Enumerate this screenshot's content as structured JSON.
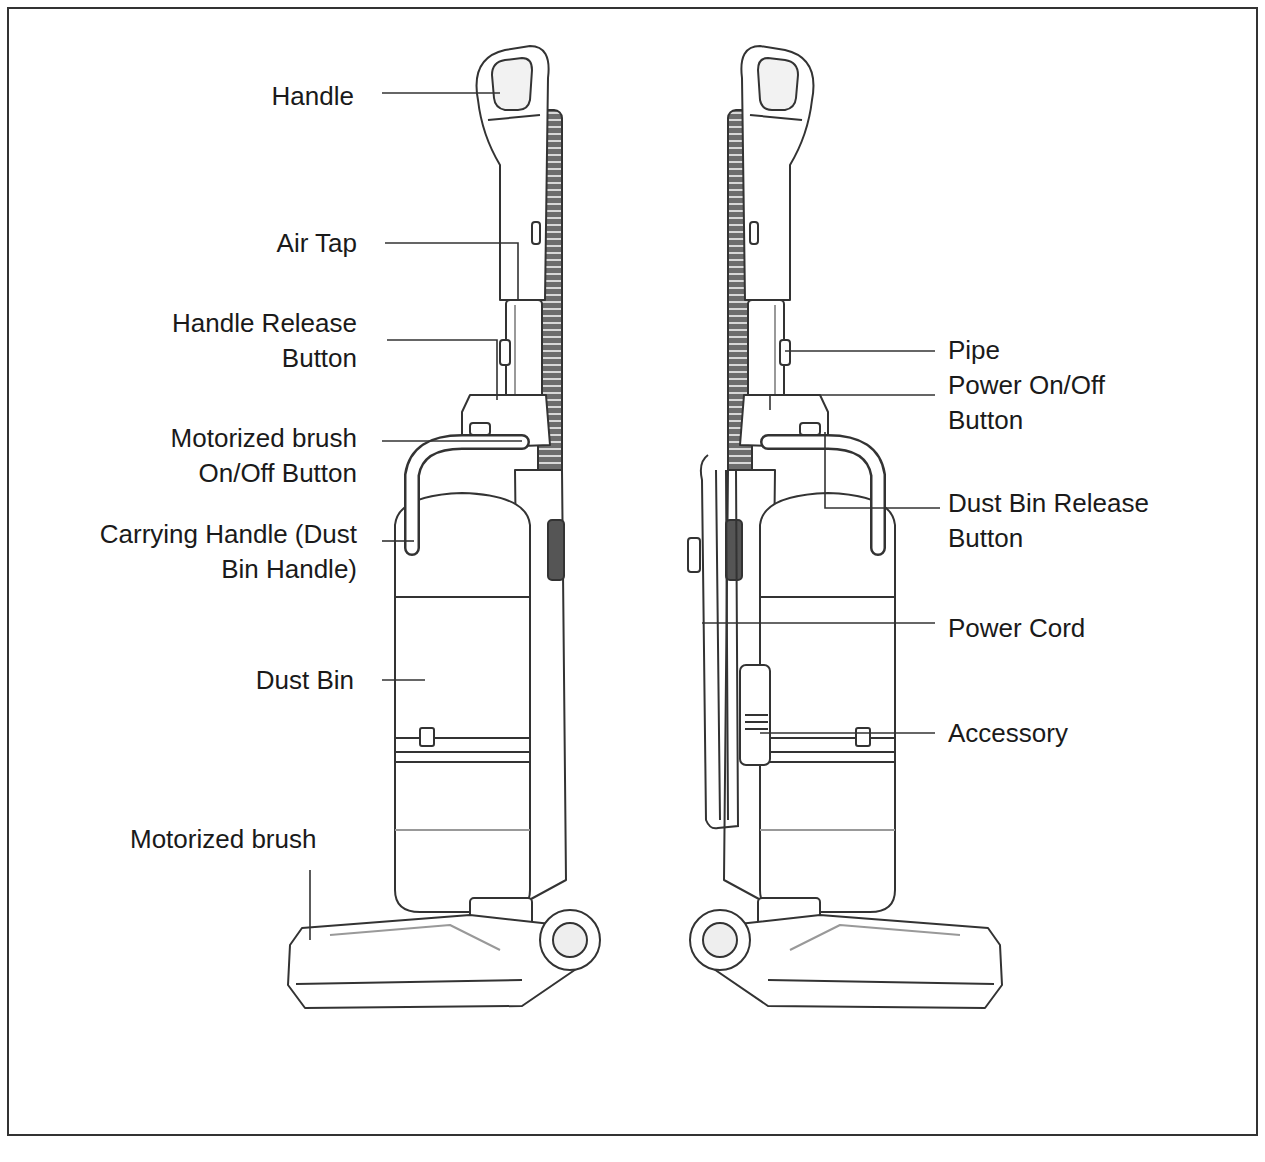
{
  "diagram": {
    "labels": [
      "Handle",
      "Air Tap",
      "Handle Release Button",
      "Motorized brush On/Off Button",
      "Carrying Handle (Dust Bin Handle)",
      "Dust Bin",
      "Motorized brush",
      "Pipe",
      "Power On/Off Button",
      "Dust Bin Release Button",
      "Power Cord",
      "Accessory"
    ]
  }
}
